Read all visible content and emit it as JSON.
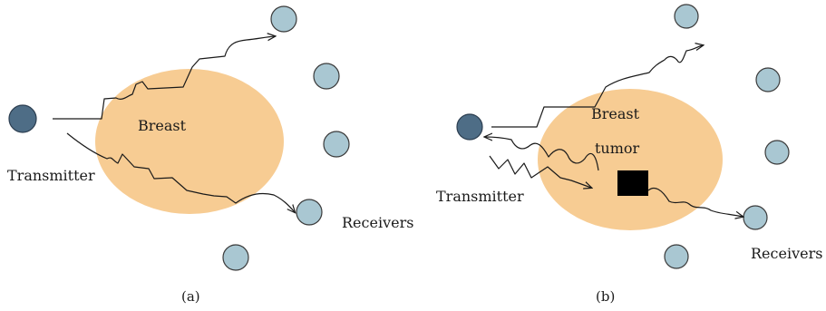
{
  "panel_a": {
    "breast_label": "Breast",
    "transmitter_label": "Transmitter",
    "receivers_label": "Receivers",
    "caption": "(a)"
  },
  "panel_b": {
    "breast_label": "Breast",
    "tumor_label": "tumor",
    "transmitter_label": "Transmitter",
    "receivers_label": "Receivers",
    "caption": "(b)"
  },
  "colors": {
    "breast": "#f7cc93",
    "transmitter": "#4e6d86",
    "receiver": "#a9c7d2",
    "tumor": "#000000",
    "signal": "#1a1a1a"
  }
}
